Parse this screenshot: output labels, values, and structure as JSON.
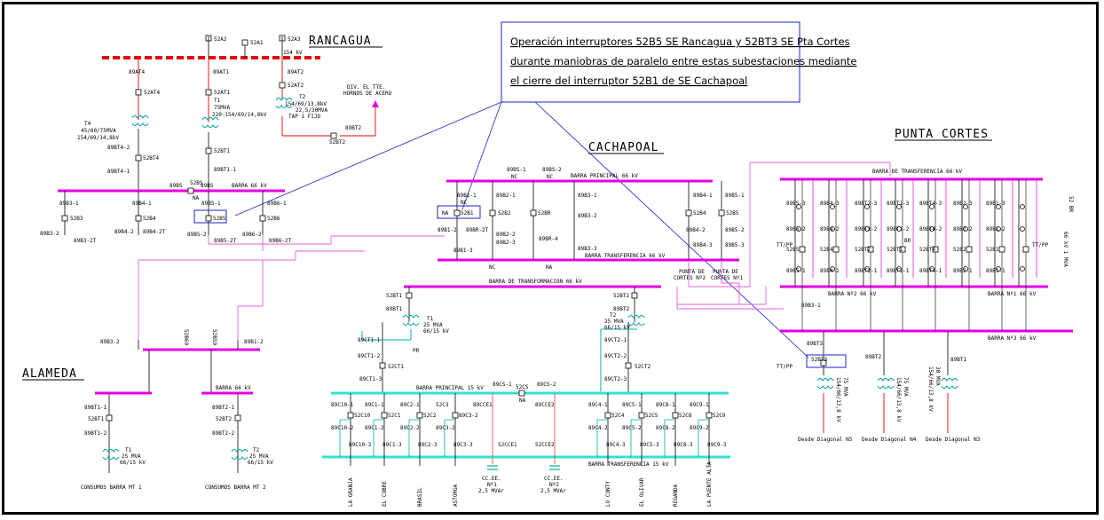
{
  "note": {
    "line1": "Operación interruptores 52B5 SE Rancagua y 52BT3 SE Pta Cortes",
    "line2": "durante maniobras de paralelo entre estas subestaciones mediante",
    "line3": "el cierre del interruptor 52B1 de SE Cachapoal"
  },
  "stations": {
    "rancagua": "RANCAGUA",
    "cachapoal": "CACHAPOAL",
    "punta_cortes": "PUNTA CORTES",
    "alameda": "ALAMEDA"
  },
  "rancagua": {
    "kv154": "154 kV",
    "sw_top": [
      "52A2",
      "52A1",
      "52A3"
    ],
    "at": [
      "89AT4",
      "52AT4",
      "89AT1",
      "52AT1",
      "89AT2",
      "52AT2"
    ],
    "t4": [
      "T4",
      "45/60/75MVA",
      "154/69/14,8kV"
    ],
    "t1": [
      "T1",
      "75MVA",
      "220-154/69/14,8kV"
    ],
    "t2": [
      "T2",
      "154/69/13.8kV",
      "22,5/30MVA",
      "TAP 1 FIJO"
    ],
    "div": [
      "DIV. EL TTE.",
      "HORNOS DE ACERO"
    ],
    "bt": [
      "89BT2",
      "52BT2",
      "52BT1",
      "89BT1-1",
      "89BT4-2",
      "52BT4",
      "89BT4-1"
    ],
    "barra": "BARRA 66 kV",
    "bus_sw": [
      "89BS",
      "52BS",
      "89BS",
      "NA"
    ],
    "feeders": [
      "89B3-1",
      "52B3",
      "89B3-2",
      "89B3-2T",
      "89B4-1",
      "52B4",
      "89B4-2",
      "89B4-2T",
      "89B5-1",
      "52B5",
      "89B5-2",
      "89B5-2T",
      "89B6-1",
      "52B6",
      "89B6-2",
      "89B6-2T"
    ]
  },
  "cachapoal": {
    "barra_principal": "BARRA PRINCIPAL 66 kV",
    "barra_transf": "BARRA TRANSFERENCIA 66 kV",
    "top_sw": [
      "89BS-1",
      "NC",
      "89BS-2",
      "NC"
    ],
    "na": "NA",
    "nc": "NC",
    "devices": [
      "89B1-1",
      "52B1",
      "89B1-2",
      "89B1-3",
      "89B2-1",
      "52B2",
      "89B2-2",
      "89B2-3",
      "52BR",
      "89BR-4",
      "89B3-1",
      "89B3-2",
      "89B3-3",
      "89B4-1",
      "52B4",
      "89B4-2",
      "89B4-3",
      "89B5-1",
      "52B5",
      "89B5-2",
      "89B5-3",
      "89BR-2T"
    ],
    "punta_cortes_2": [
      "PUNTA DE",
      "CORTES Nº2"
    ],
    "punta_cortes_1": [
      "PUNTA DE",
      "CORTES Nº1"
    ],
    "barra_transformacion": "BARRA DE TRANSFORMACION 66 kV",
    "tr": [
      "52BT1",
      "89BT1",
      "52BT2",
      "89BT2",
      "T1",
      "25 MVA",
      "66/15 kV",
      "T2",
      "25 MVA",
      "66/15 kV",
      "PR",
      "89CT1-1",
      "89CT1-2",
      "52CT1",
      "89CT1-3",
      "89CT2-1",
      "89CT2-2",
      "52CT2",
      "89CT2-3"
    ],
    "barra_15": "BARRA PRINCIPAL 15 kV",
    "barra_15t": "BARRA TRANSFERENCIA 15 kV",
    "bus15_sw": [
      "89CS-1",
      "52CS",
      "89CS-2",
      "NA"
    ],
    "feeders15": [
      "89C10-1",
      "52C10",
      "89C10-2",
      "89C10-3",
      "89C1-1",
      "52C1",
      "89C1-2",
      "89C1-3",
      "52C2",
      "89C2-1",
      "89C2-2",
      "89C2-3",
      "52C3",
      "89C3-2",
      "89C3-3",
      "89CCE1",
      "52CCE1",
      "89CCE2",
      "52CCE2",
      "89C4-1",
      "52C4",
      "89C4-2",
      "89C4-3",
      "89C5-1",
      "52C5",
      "89C5-2",
      "89C5-3",
      "89C8-1",
      "52C8",
      "89C8-2",
      "89C8-3",
      "89C9-1",
      "52C9",
      "89C9-2",
      "89C9-3"
    ],
    "feeder_names": [
      "LA GRANJA",
      "EL COBRE",
      "BRASIL",
      "ASTORGA",
      "LO CONTY",
      "EL OLIVAR",
      "REGANDA",
      "LA PUENTE ALTA"
    ],
    "cce1": [
      "CC.EE.",
      "Nº1",
      "2,5 MVAr"
    ],
    "cce2": [
      "CC.EE.",
      "Nº2",
      "2,5 MVAr"
    ]
  },
  "alameda": {
    "sw": [
      "89B3-2",
      "52B69",
      "52B59",
      "89B1-2"
    ],
    "barra": "BARRA 66 kV",
    "t1": [
      "89BT1-1",
      "52BT1",
      "89BT1-2",
      "T1",
      "25 MVA",
      "66/15 kV"
    ],
    "t2": [
      "89BT2-1",
      "52BT2",
      "89BT2-2",
      "T2",
      "25 MVA",
      "66/15 kV"
    ],
    "consumos1": "CONSUMOS BARRA MT 1",
    "consumos2": "CONSUMOS BARRA MT 2"
  },
  "punta": {
    "barra_transf": "BARRA DE TRANSFERENCIA 66 kV",
    "barra_n2": "BARRA Nº2 66 kV",
    "barra_n1": "BARRA Nº1 66 kV",
    "barra_n3": "BARRA Nº3 66 kV",
    "devices": [
      "89B5-3",
      "89B5-2",
      "52B5",
      "89B5-1",
      "89B4-3",
      "89B4-2",
      "52B4",
      "89B4-1",
      "89BT2-3",
      "89BT2-2",
      "52BT2",
      "89BT2-1",
      "89BT1-3",
      "89BT1-2",
      "52BT1",
      "89BT1-1",
      "89BT4-3",
      "89BT4-2",
      "52BT4",
      "89BT4-1",
      "89B2-3",
      "89B2-2",
      "52B2",
      "89B2-1",
      "89B1-3",
      "89B1-2",
      "52B1",
      "89B1-1",
      "BR",
      "89B3-1",
      "89BT3",
      "52BT3",
      "89BT2",
      "89BT1"
    ],
    "ttpp": [
      "TT/PP",
      "TT/PP",
      "TT/PP"
    ],
    "xfmr_labels": [
      "154/66/13,8 kV",
      "75 MVA",
      "154/66/13,8 kV",
      "75 MVA",
      "154/66/13,8 kV",
      "30 MVA"
    ],
    "diag": [
      "Desde Diagonal N5",
      "Desde Diagonal N4",
      "Desde Diagonal N3"
    ],
    "side": [
      "52 BR",
      "66 kV 1 MVA"
    ]
  },
  "colors": {
    "magenta_bus": "#e600e6",
    "cyan_bus": "#35e0d0",
    "red_bus": "#e60000",
    "blue_box": "#2020c8",
    "red_line": "#d81818",
    "teal_line": "#00b0a8",
    "pink_line": "#e060e0"
  }
}
